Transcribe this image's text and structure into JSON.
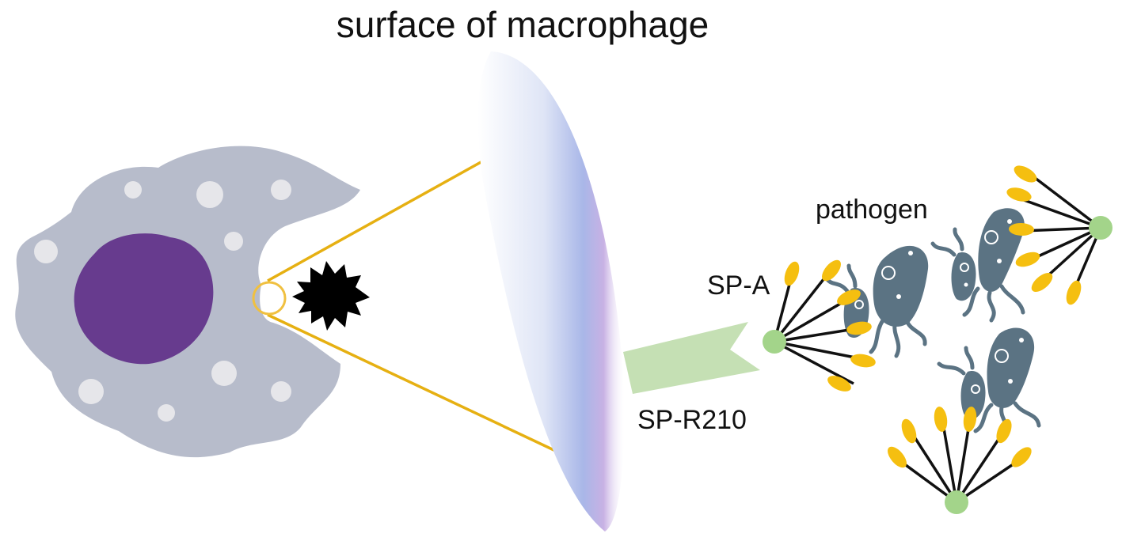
{
  "title": "surface of macrophage",
  "labels": {
    "pathogen": "pathogen",
    "sp_a": "SP-A",
    "sp_r210": "SP-R210"
  },
  "colors": {
    "cell_body": "#b7bccb",
    "nucleus": "#673b8e",
    "vesicle": "#e6e6ea",
    "zoom_lines": "#e6b012",
    "receptor": "#c5e0b4",
    "sp_a_head": "#f5bf10",
    "sp_a_core": "#a3d48a",
    "bacterium": "#5b7383",
    "particle": "#000000"
  }
}
